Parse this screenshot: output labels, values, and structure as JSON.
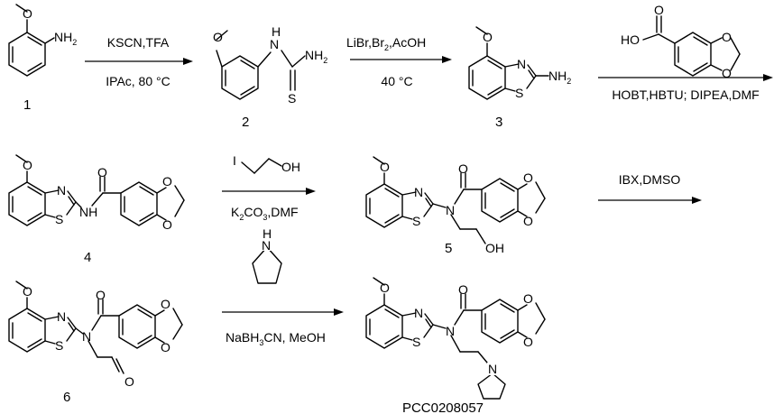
{
  "steps": [
    {
      "arrow": "arrow-1",
      "above": [
        "KSCN,TFA"
      ],
      "below": [
        "IPAc, 80 °C"
      ]
    },
    {
      "arrow": "arrow-2",
      "above": [
        "LiBr,Br",
        "2",
        ",AcOH"
      ],
      "below": [
        "40 °C"
      ]
    },
    {
      "arrow": "arrow-3",
      "above_structure": "piperonylic acid (benzo[d][1,3]dioxole-5-carboxylic acid)",
      "below": [
        "HOBT,HBTU; DIPEA,DMF"
      ]
    },
    {
      "arrow": "arrow-4",
      "above_structure": "2-iodoethanol",
      "below": [
        "K",
        "2",
        "CO",
        "3",
        ",DMF"
      ]
    },
    {
      "arrow": "arrow-5",
      "above": [
        "IBX,DMSO"
      ]
    },
    {
      "arrow": "arrow-6",
      "above_structure": "pyrrolidine",
      "below": [
        "NaBH",
        "3",
        "CN, MeOH"
      ]
    }
  ],
  "compounds": [
    {
      "label": "1"
    },
    {
      "label": "2"
    },
    {
      "label": "3"
    },
    {
      "label": "4"
    },
    {
      "label": "5"
    },
    {
      "label": "6"
    },
    {
      "label": "PCC0208057"
    }
  ],
  "atoms": {
    "O": "O",
    "N": "N",
    "S": "S",
    "H": "H",
    "I": "I",
    "NH2": "NH",
    "NH": "NH",
    "OH": "OH",
    "HO": "HO",
    "sub2": "2"
  }
}
